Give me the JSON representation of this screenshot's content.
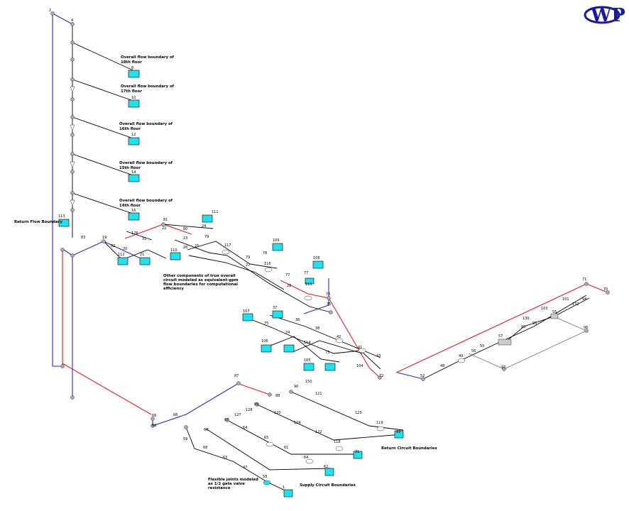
{
  "logo": {
    "text": "WP",
    "color": "#1a1aa0"
  },
  "colors": {
    "supply": "#e02020",
    "return": "#1f2fc4",
    "branch": "#000000",
    "aux": "#707070",
    "boundary": "#22e0ee"
  },
  "annotations": {
    "floor18": [
      "Overall flow boundary of",
      "18th floor"
    ],
    "floor17": [
      "Overall flow boundary of",
      "17th floor"
    ],
    "floor16": [
      "Overall flow boundary of",
      "16th floor"
    ],
    "floor15": [
      "Overall flow boundary of",
      "15th floor"
    ],
    "floor14": [
      "Overall flow boundary of",
      "14th floor"
    ],
    "return_flow_boundary": "Return Flow Boundary",
    "other_components": [
      "Other components of true overall",
      "circuit modeled as equivalent-gpm",
      "flow boundaries for computational",
      "efficiency"
    ],
    "return_circuit": "Return Circuit Boundaries",
    "supply_circuit": "Supply Circuit Boundaries",
    "flexible_joints": [
      "Flexible joints modeled",
      "as 1/2 gate valve",
      "resistance"
    ]
  },
  "node_labels": {
    "n2": "2",
    "n4": "4",
    "n8": "8",
    "n10": "10",
    "n12": "12",
    "n14": "14",
    "n16": "16",
    "n113": "113",
    "n83": "83",
    "n19": "19",
    "n82": "82",
    "n126": "126",
    "n20": "20",
    "n112": "112",
    "n21": "21",
    "n31": "31",
    "n81": "81",
    "n22": "22",
    "n111": "111",
    "n80": "80",
    "n23": "23",
    "n24": "24",
    "n110": "110",
    "n26": "26",
    "n25": "25",
    "n117": "117",
    "n79": "79",
    "n109": "109",
    "n78": "78",
    "n27": "27",
    "n116": "116",
    "n108": "108",
    "n77": "77",
    "n28": "28",
    "n115": "115",
    "n76": "76",
    "n35": "35",
    "n107": "107",
    "n37": "37",
    "n75": "75",
    "n36": "36",
    "n38": "38",
    "n74": "74",
    "n106": "106",
    "n114": "114",
    "n42": "42",
    "n73": "73",
    "n41": "41",
    "n105": "105",
    "n104": "104",
    "n43": "43",
    "n72": "72",
    "n52": "52",
    "n48": "48",
    "n49": "49",
    "n56": "56",
    "n55": "55",
    "n57": "57",
    "n97": "97",
    "n130": "130",
    "n93": "93",
    "n103": "103",
    "n95": "95",
    "n101": "101",
    "n132": "132",
    "n94": "94",
    "n71": "71",
    "n70": "70",
    "n96": "96",
    "n87": "87",
    "n88": "88",
    "n90": "90",
    "n150": "150",
    "n121": "121",
    "n89": "89",
    "n128": "128",
    "n120": "120",
    "n123": "123",
    "n124": "124",
    "n119": "119",
    "n122": "122",
    "n118": "118",
    "n92": "92",
    "n91": "91",
    "n68": "68",
    "n66": "66",
    "n69": "69",
    "n60": "60",
    "n67": "67",
    "n127": "127",
    "n59": "59",
    "n64": "64",
    "n65": "65",
    "n63": "63",
    "n61": "61",
    "n62": "62",
    "n47": "47",
    "n58": "58",
    "n1": "1"
  }
}
